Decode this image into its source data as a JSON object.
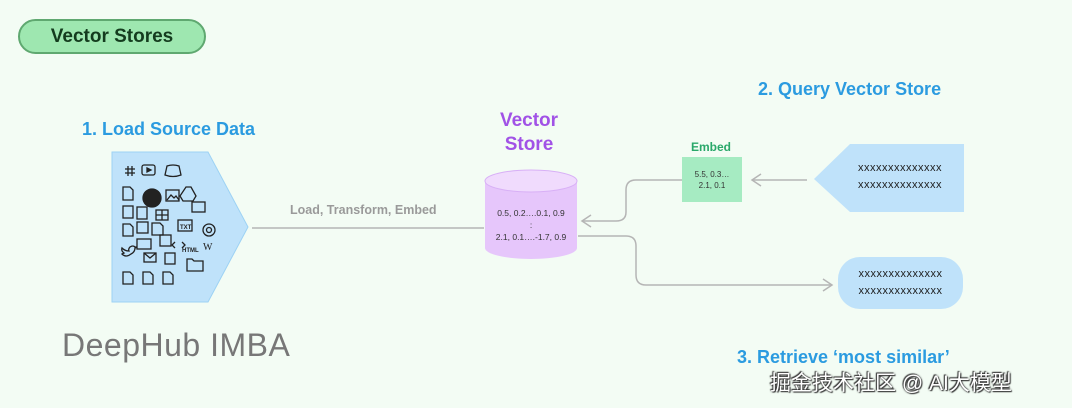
{
  "badge": {
    "label": "Vector Stores"
  },
  "steps": {
    "load": "1. Load Source Data",
    "query": "2. Query Vector Store",
    "retrieve": "3. Retrieve ‘most similar’"
  },
  "vector_store": {
    "title_line1": "Vector",
    "title_line2": "Store",
    "row1": "0.5, 0.2….0.1, 0.9",
    "row2": ":",
    "row3": "2.1, 0.1….-1.7, 0.9"
  },
  "edge": {
    "load_label": "Load, Transform, Embed"
  },
  "embed": {
    "label": "Embed",
    "line1": "5.5,  0.3…",
    "line2": "2.1, 0.1"
  },
  "query_box": {
    "line1": "xxxxxxxxxxxxxx",
    "line2": "xxxxxxxxxxxxxx"
  },
  "result_box": {
    "line1": "xxxxxxxxxxxxxx",
    "line2": "xxxxxxxxxxxxxx"
  },
  "watermark": {
    "text": "DeepHub IMBA"
  },
  "footer": {
    "text": "掘金技术社区 @ AI大模型"
  },
  "source_icons": {
    "labels": [
      "TXT",
      "HTML",
      "W"
    ]
  },
  "colors": {
    "background": "#f3fcf4",
    "badge_fill": "#9ee7b0",
    "step_blue": "#2b9be0",
    "vector_purple": "#a152e6",
    "cylinder_fill": "#e6c6fb",
    "source_fill": "#bfe2fa",
    "embed_fill": "#a6ebc2",
    "arrow_gray": "#b5b5b5"
  }
}
